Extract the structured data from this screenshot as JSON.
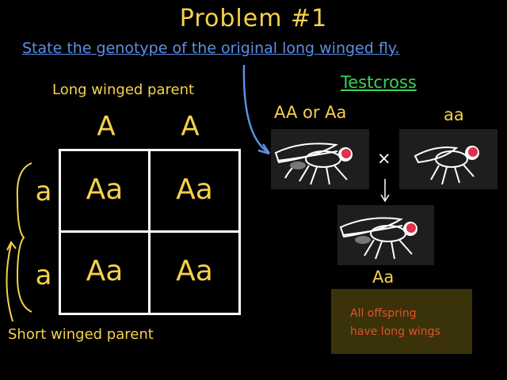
{
  "title": "Problem #1",
  "question": "State the genotype of the original long winged fly.",
  "punnett": {
    "top_label": "Long winged parent",
    "top_alleles": [
      "A",
      "A"
    ],
    "side_alleles": [
      "a",
      "a"
    ],
    "side_label": "Short winged parent",
    "cells": [
      [
        "Aa",
        "Aa"
      ],
      [
        "Aa",
        "Aa"
      ]
    ]
  },
  "testcross": {
    "title": "Testcross",
    "parent1_genotype": "AA or Aa",
    "parent2_genotype": "aa",
    "cross_symbol": "×",
    "offspring_genotype": "Aa",
    "result_line1": "All offspring",
    "result_line2": "have long wings"
  },
  "colors": {
    "background": "#000000",
    "yellow_text": "#f5d24a",
    "blue_question": "#5b8fe6",
    "green_heading": "#35d45a",
    "result_box": "#3a3209",
    "result_text": "#e0522a"
  },
  "icons": [
    "fly-icon",
    "arrow-icon",
    "brace-icon"
  ]
}
